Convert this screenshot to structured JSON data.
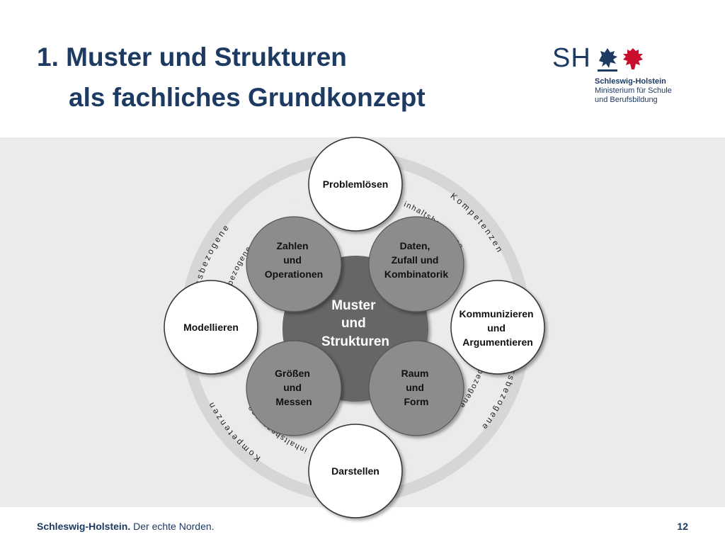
{
  "title": {
    "line1": "1. Muster und Strukturen",
    "line2": "als fachliches Grundkonzept"
  },
  "logo": {
    "mark": "SH",
    "name": "Schleswig-Holstein",
    "subtitle_line1": "Ministerium für Schule",
    "subtitle_line2": "und Berufsbildung",
    "icon": "lion-nettle-leaf-crest-icon"
  },
  "diagram": {
    "center": [
      "Muster",
      "und",
      "Strukturen"
    ],
    "content_areas": [
      {
        "id": "zahlen",
        "lines": [
          "Zahlen",
          "und",
          "Operationen"
        ]
      },
      {
        "id": "daten",
        "lines": [
          "Daten,",
          "Zufall und",
          "Kombinatorik"
        ]
      },
      {
        "id": "groessen",
        "lines": [
          "Größen",
          "und",
          "Messen"
        ]
      },
      {
        "id": "raum",
        "lines": [
          "Raum",
          "und",
          "Form"
        ]
      }
    ],
    "process_competencies": [
      {
        "id": "problemloesen",
        "lines": [
          "Problemlösen"
        ]
      },
      {
        "id": "modellieren",
        "lines": [
          "Modellieren"
        ]
      },
      {
        "id": "kommunizieren",
        "lines": [
          "Kommunizieren",
          "und",
          "Argumentieren"
        ]
      },
      {
        "id": "darstellen",
        "lines": [
          "Darstellen"
        ]
      }
    ],
    "ring_labels": {
      "prozess": "prozessbezogene",
      "kompetenzen": "Kompetenzen",
      "inhalt": "inhaltsbezogene"
    }
  },
  "footer": {
    "brand": "Schleswig-Holstein.",
    "slogan": " Der echte Norden.",
    "page": "12"
  },
  "colors": {
    "title": "#1d3a62",
    "band": "#ebebec",
    "ring": "#d6d6d6",
    "center_circle": "#666666",
    "content_circle": "#8c8c8c",
    "process_circle": "#ffffff"
  }
}
